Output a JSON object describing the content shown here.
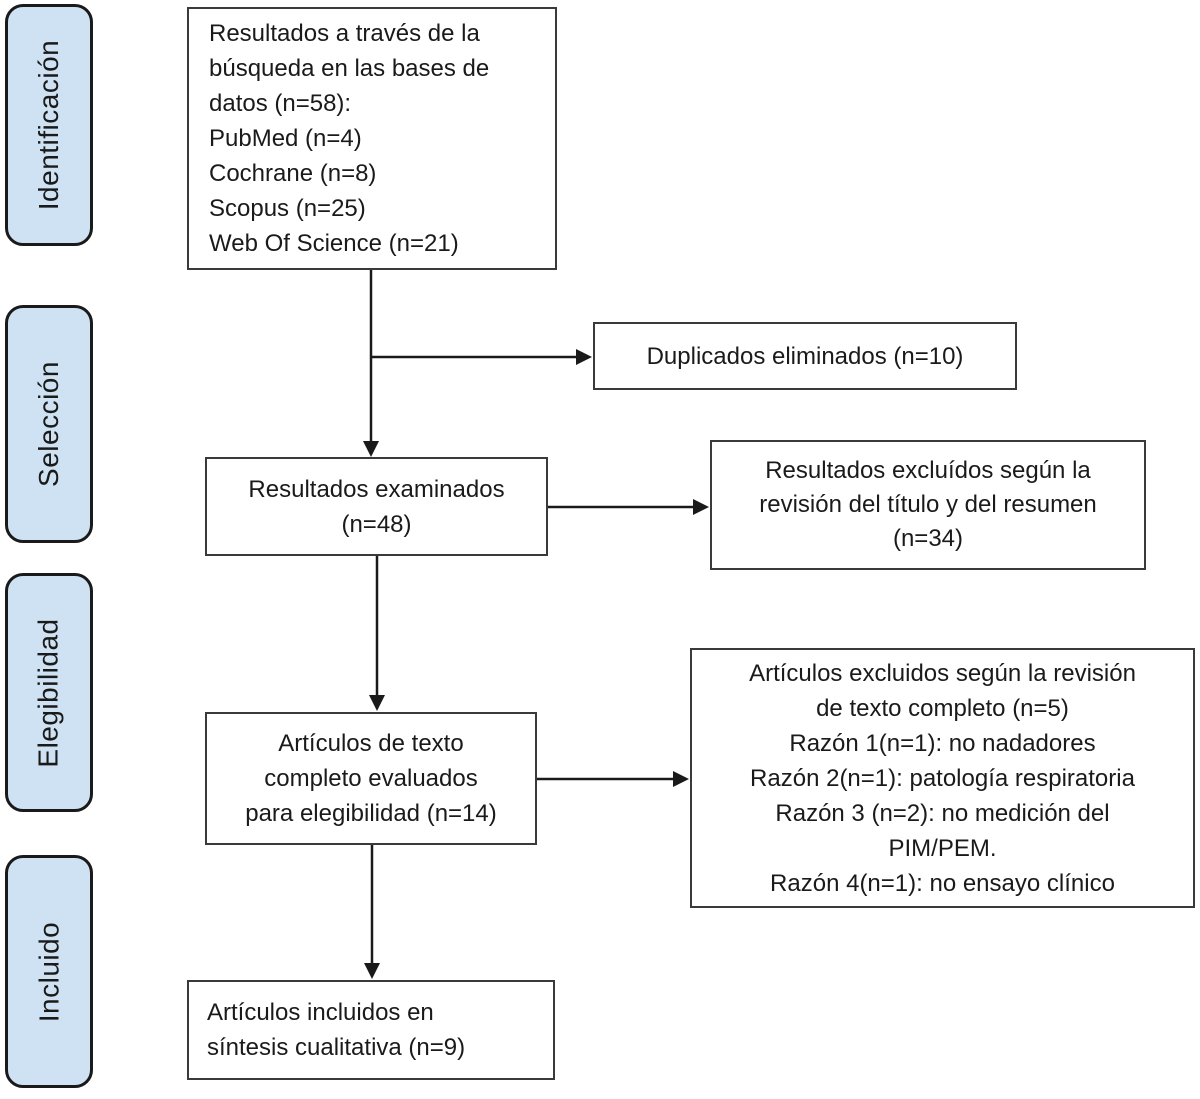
{
  "diagram": {
    "title": "PRISMA flow diagram (Spanish)",
    "stages": [
      {
        "label": "Identificación"
      },
      {
        "label": "Selección"
      },
      {
        "label": "Elegibilidad"
      },
      {
        "label": "Incluido"
      }
    ],
    "boxes": {
      "database_results": {
        "text": "Resultados a través de la\nbúsqueda en las bases de\ndatos (n=58):\nPubMed (n=4)\nCochrane (n=8)\nScopus (n=25)\nWeb Of Science (n=21)"
      },
      "duplicates_removed": {
        "text": "Duplicados eliminados (n=10)"
      },
      "records_screened": {
        "text": "Resultados examinados\n(n=48)"
      },
      "records_excluded_title_abstract": {
        "text": "Resultados excluídos según la\nrevisión del título y del resumen\n(n=34)"
      },
      "fulltext_assessed": {
        "text": "Artículos de texto\ncompleto evaluados\npara elegibilidad (n=14)"
      },
      "fulltext_excluded": {
        "text": "Artículos excluidos según la revisión\nde texto completo (n=5)\nRazón 1(n=1): no nadadores\nRazón 2(n=1): patología respiratoria\nRazón 3 (n=2): no medición del\nPIM/PEM.\nRazón 4(n=1): no ensayo clínico"
      },
      "studies_included": {
        "text": "Artículos incluidos en\nsíntesis cualitativa (n=9)"
      }
    },
    "colors": {
      "stage_fill": "#cfe2f3",
      "box_border": "#3a3a3a",
      "arrow": "#1a1a1a",
      "text": "#1a1a1a"
    }
  }
}
